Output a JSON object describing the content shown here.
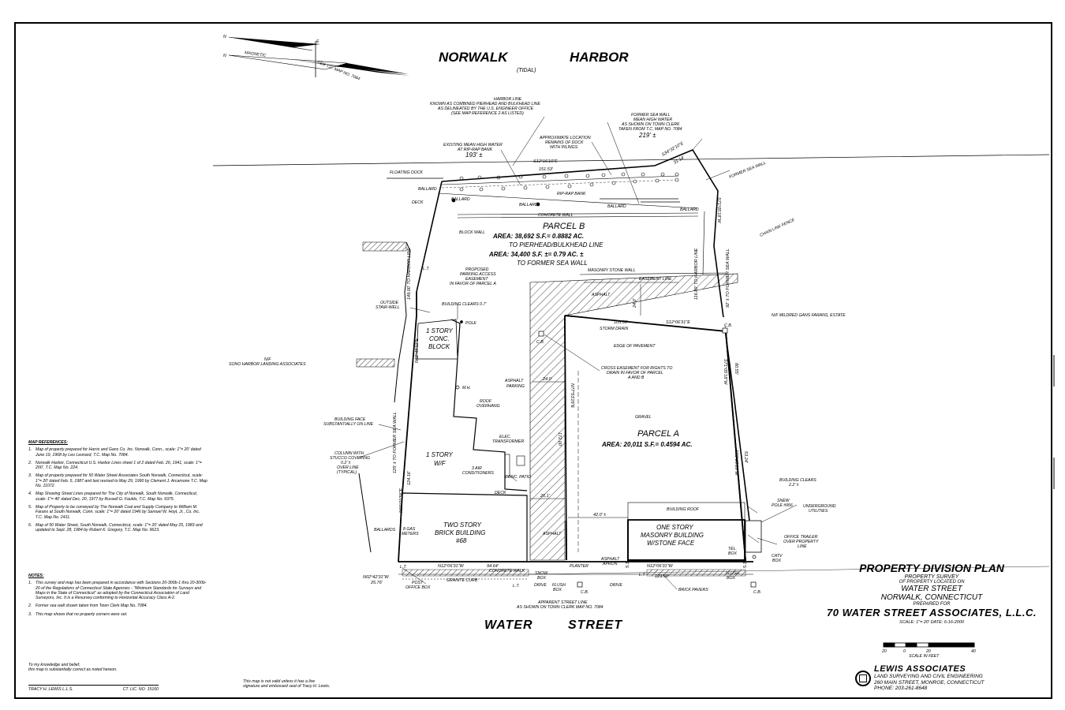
{
  "harbor": {
    "norwalk": "NORWALK",
    "harbor": "HARBOR",
    "tidal": "(TIDAL)"
  },
  "street": {
    "water": "WATER",
    "street": "STREET"
  },
  "north_arrow": {
    "magnetic": "MAGNETIC",
    "ref": "PER T.C. MAP NO. 7084",
    "n1": "N",
    "n2": "N",
    "e": "E"
  },
  "labels": {
    "harbor_line_1": "HARBOR LINE",
    "harbor_line_2": "KNOWN AS COMBINED PIERHEAD AND BULKHEAD LINE",
    "harbor_line_3": "AS DELINEATED BY THE U.S. ENGINEER OFFICE",
    "harbor_line_4": "(SEE MAP REFERENCE 2 AS LISTED)",
    "mhw_1": "EXISTING MEAN HIGH WATER",
    "mhw_2": "AT RIP-RAP BANK",
    "mhw_3": "193' ±",
    "dock_1": "APPROXIMATE LOCATION",
    "dock_2": "REMAINS OF DOCK",
    "dock_3": "WITH PILINGS",
    "fsw_1": "FORMER SEA WALL",
    "fsw_2": "MEAN HIGH WATER",
    "fsw_3": "AS SHOWN ON TOWN CLERK",
    "fsw_4": "TAKEN FROM T.C. MAP NO. 7084",
    "fsw_5": "219' ±",
    "floating_dock": "FLOATING DOCK",
    "ballard": "BALLARD",
    "deck": "DECK",
    "rip_rap": "RIP-RAP BANK",
    "concrete_wall": "CONCRETE WALL",
    "former_sea_wall": "FORMER SEA WALL",
    "chain_link": "CHAIN LINK FENCE",
    "block_wall": "BLOCK WALL",
    "masonry_stone_wall": "MASONRY STONE WALL",
    "easement_line": "EASEMENT LINE",
    "proposed_1": "PROPOSED",
    "proposed_2": "PARKING ACCESS",
    "proposed_3": "EASEMENT",
    "proposed_4": "IN FAVOR OF PARCEL A",
    "asphalt": "ASPHALT",
    "asphalt_parking_1": "ASPHALT",
    "asphalt_parking_2": "PARKING",
    "storm_drain": "STORM DRAIN",
    "edge_pavement": "EDGE OF PAVEMENT",
    "cross_1": "CROSS EASEMENT FOR RIGHTS TO",
    "cross_2": "DRAIN IN FAVOR OF PARCEL",
    "cross_3": "A AND B",
    "cb": "C.B.",
    "gravel": "GRAVEL",
    "mildred": "N/F MILDRED GANS FARANS, ESTATE",
    "sono": "SONO HARBOR LANDING ASSOCIATES",
    "nf": "N/F",
    "outside_stair_1": "OUTSIDE",
    "outside_stair_2": "STAIR-WELL",
    "bldg_clears": "BUILDING CLEARS 0.7'",
    "pole": "POLE",
    "mh": "M.H.",
    "roof_overhang_1": "ROOF",
    "roof_overhang_2": "OVERHANG",
    "elec_1": "ELEC.",
    "elec_2": "TRANSFORMER",
    "air_1": "3 AIR",
    "air_2": "CONDITIONERS",
    "conc_patio": "CONC. PATIO",
    "face_1": "BUILDING FACE",
    "face_2": "SUBSTANTIALLY ON LINE",
    "column_1": "COLUMN WITH",
    "column_2": "STUCCO COVERING",
    "column_3": "0.2' ±",
    "column_4": "OVER LINE",
    "column_5": "(TYPICAL)",
    "ballards": "BALLARDS",
    "gas_1": "8 GAS",
    "gas_2": "METERS",
    "post_office_1": "POST",
    "post_office_2": "OFFICE BOX",
    "concrete_walk": "CONCRETE WALK",
    "granite_curb": "GRANITE CURB",
    "snow_box_1": "SNOW",
    "snow_box_2": "BOX",
    "drive": "DRIVE",
    "flush_box_1": "FLUSH",
    "flush_box_2": "BOX",
    "planter": "PLANTER",
    "asphalt_apron_1": "ASPHALT",
    "asphalt_apron_2": "APRON",
    "brick_pavers": "BRICK PAVERS",
    "apparent_1": "APPARENT STREET LINE",
    "apparent_2": "AS SHOWN ON TOWN CLERK MAP NO. 7084",
    "building_roof": "BUILDING ROOF",
    "bldg_clears_2a": "BUILDING CLEARS",
    "bldg_clears_2b": "2.2' ±",
    "snew_pole_1": "SNEW",
    "snew_pole_2": "POLE #956",
    "underground_1": "UNDERGROUND",
    "underground_2": "UTILITIES",
    "trailer_1": "OFFICE TRAILER",
    "trailer_2": "OVER PROPERTY",
    "trailer_3": "LINE",
    "tel_box_1": "TEL.",
    "tel_box_2": "BOX",
    "catv_1": "CATV",
    "catv_2": "BOX",
    "lt": "L.T."
  },
  "parcel_b": {
    "name": "PARCEL B",
    "area1": "AREA: 38,692 S.F.= 0.8882 AC.",
    "sub1": "TO PIERHEAD/BULKHEAD LINE",
    "area2": "AREA: 34,400 S.F. ±= 0.79 AC. ±",
    "sub2": "TO FORMER SEA WALL"
  },
  "parcel_a": {
    "name": "PARCEL A",
    "area": "AREA: 20,011 S.F.= 0.4594 AC."
  },
  "buildings": {
    "conc_1": "1 STORY",
    "conc_2": "CONC.",
    "conc_3": "BLOCK",
    "wf_1": "1 STORY",
    "wf_2": "W/F",
    "brick_1": "TWO STORY",
    "brick_2": "BRICK BUILDING",
    "brick_3": "#68",
    "mason_1": "ONE STORY",
    "mason_2": "MASONRY BUILDING",
    "mason_3": "W/STONE FACE"
  },
  "dims": {
    "north_bearing": "S12°16'10\"E",
    "north_dist": "151.53'",
    "ne_bearing": "S34°32'10\"E",
    "ne_dist": "31.14'",
    "east_upper_bearing": "S71°05'18\"W",
    "east_upper_1": "116.80' TO HARBOR LINE",
    "east_upper_2": "92' ± TO FORMER SEA WALL",
    "east_lower_bearing": "S71°05'18\"W",
    "east_lower_dist": "80.55'",
    "east_se_bearing": "S68°26'39\"W",
    "east_se_dist": "53.24'",
    "inner_bearing": "S12°06'31\"E",
    "inner_dist": "105.00'",
    "inner_vert_bearing": "N77°53'29\"E",
    "inner_vert_dist": "172.00'",
    "d24a": "24.0'",
    "d24b": "24.0'",
    "d261": "26.1'",
    "d42": "42.0' ±",
    "south_bearing_1": "N12°06'31\"W",
    "south_dist_1": "94.64'",
    "south_bearing_2": "N12°06'31\"W",
    "south_dist_2": "129.58'",
    "west_upper_bearing": "N62°45'12\"E",
    "west_upper_dist": "149.00' TO HARBOR LINE",
    "west_lower_1": "125' ± TO FORMER SEA WALL",
    "west_lower_bearing": "N66°21'56\"E",
    "west_lower_dist": "124.16'",
    "sw_bearing": "N02°42'31\"W",
    "sw_dist": "25.76'",
    "d51a": "5.1'",
    "d51b": "5.1'"
  },
  "map_references": {
    "title": "MAP REFERENCES:",
    "items": [
      "Map of property prepared for Harris and Gans Co. Inc. Norwalk, Conn., scale: 1\"= 20' dated June 19, 1968 by Leo Leonard, T.C. Map No. 7084.",
      "Norwalk Harbor, Connecticut U.S. Harbor Lines sheet 1 of 2 dated Feb. 26, 1941, scale: 1\"= 200', T.C. Map No. 224.",
      "Map of property prepared for 50 Water Street Associates South Norwalk, Connecticut, scale: 1\"= 20' dated Feb. 5, 1987 and last revised to May 29, 1990 by Clement J. Arcamone T.C. Map No. 11072.",
      "Map Showing Street Lines prepared for The City of Norwalk, South Norwalk, Connecticut, scale: 1\"= 40' dated Dec. 20, 1977 by Russell G. Faulds, T.C. Map No. 9375.",
      "Map of Property to be conveyed by The Norwalk Coal and Supply Company to William M. Farans at South Norwalk, Conn. scale: 1\"= 20' dated 1946 by Samuel W. Hoyt, Jr., Co. Inc. T.C. Map No. 2411.",
      "Map of 50 Water Street, South Norwalk, Connecticut, scale: 1\"= 20' dated May 25, 1983 and updated to Sept. 28, 1984 by Robert K. Gregory, T.C. Map No. 9623."
    ]
  },
  "notes": {
    "title": "NOTES:",
    "items": [
      "This survey and map has been prepared in accordance with Sections 20-300b-1 thru 20-300b-20 of the Regulations of Connecticut State Agencies - \"Minimum Standards for Surveys and Maps in the State of Connecticut\" as adopted by the Connecticut Association of Land Surveyors, Inc. It is a Resurvey conforming to Horizontal Accuracy Class A-2.",
      "Former sea wall shown taken from Town Clerk Map No. 7084.",
      "This map shows that no property corners were set."
    ]
  },
  "certification": {
    "line1": "To my knowledge and belief,",
    "line2": "this map is substantially correct as noted hereon.",
    "name": "TRACY H. LEWIS L.L.S.",
    "license": "CT. LIC. NO. 15160"
  },
  "seal_note": {
    "line1": "This map is not valid unless it has a live",
    "line2": "signature and embossed seal of Tracy H. Lewis."
  },
  "title_block": {
    "title": "PROPERTY DIVISION PLAN",
    "subtitle": "PROPERTY SURVEY",
    "located": "OF PROPERTY LOCATED ON",
    "street": "WATER STREET",
    "city": "NORWALK, CONNECTICUT",
    "prepared": "PREPARED FOR",
    "client": "70 WATER STREET ASSOCIATES, L.L.C.",
    "scale_date": "SCALE: 1\"= 20'   DATE: 6-16-2000",
    "bar_0": "0",
    "bar_20a": "20",
    "bar_20b": "20",
    "bar_40": "40",
    "bar_unit": "SCALE IN FEET"
  },
  "firm": {
    "name": "LEWIS ASSOCIATES",
    "line1": "LAND SURVEYING AND CIVIL ENGINEERING",
    "line2": "260 MAIN STREET, MONROE, CONNECTICUT",
    "line3": "PHONE: 203-261-8648"
  }
}
